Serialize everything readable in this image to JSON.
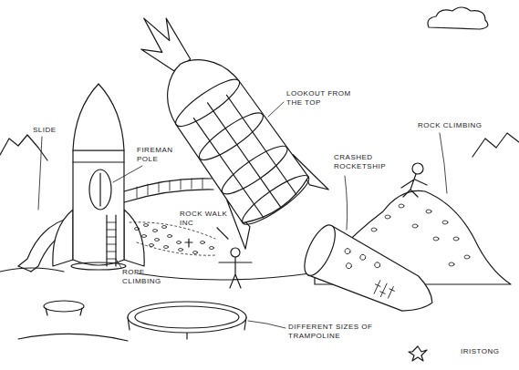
{
  "diagram": {
    "labels": [
      "SLIDE",
      "FIREMAN POLE",
      "LOOKOUT FROM THE TOP",
      "ROCK CLIMBING",
      "CRASHED ROCKETSHIP",
      "ROCK WALK INC",
      "ROPE CLIMBING",
      "DIFFERENT SIZES OF TRAMPOLINE",
      "IRISTONG"
    ]
  }
}
